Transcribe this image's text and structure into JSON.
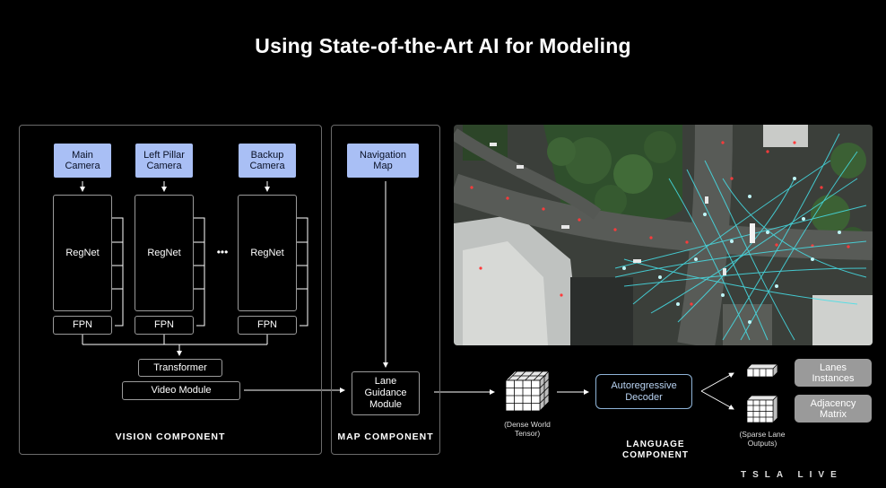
{
  "title": "Using State-of-the-Art AI for Modeling",
  "vision": {
    "cameras": [
      "Main Camera",
      "Left Pillar Camera",
      "Backup Camera"
    ],
    "backbone": "RegNet",
    "ellipsis": "•••",
    "fpn": "FPN",
    "transformer": "Transformer",
    "video_module": "Video Module",
    "label": "VISION COMPONENT"
  },
  "map": {
    "navigation_map": "Navigation Map",
    "lane_guidance": "Lane Guidance Module",
    "label": "MAP COMPONENT"
  },
  "language": {
    "dense_tensor": "(Dense World Tensor)",
    "decoder": "Autoregressive Decoder",
    "sparse_outputs": "(Sparse Lane Outputs)",
    "lanes_instances": "Lanes Instances",
    "adjacency_matrix": "Adjacency Matrix",
    "label": "LANGUAGE COMPONENT"
  },
  "brand": "TSLA LIVE",
  "colors": {
    "camera_fill": "#a9bff5",
    "decoder_accent": "#8fb4d8",
    "lane_overlay": "#46e0e8",
    "lane_red": "#ff3b3b"
  }
}
